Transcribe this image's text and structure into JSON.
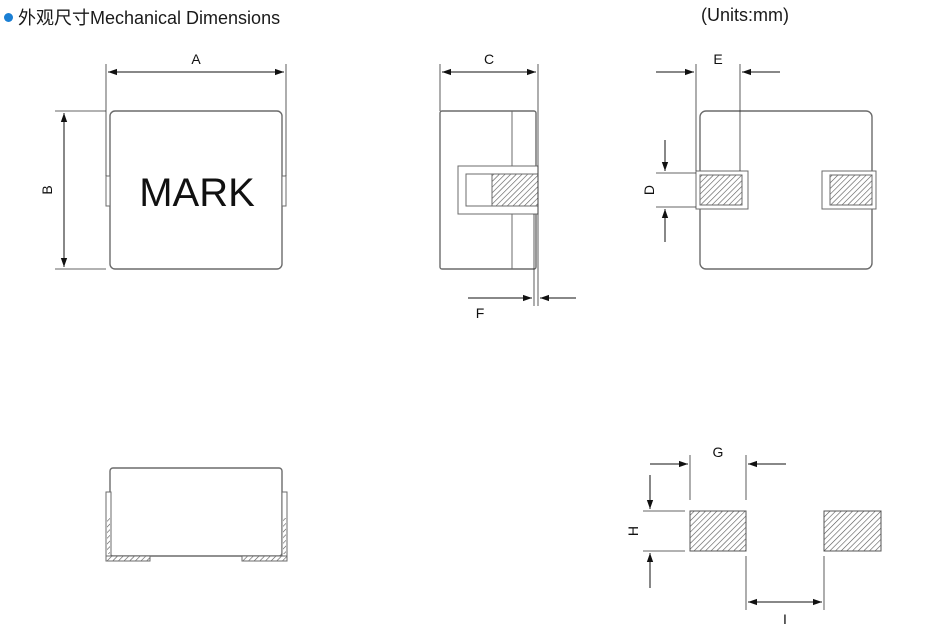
{
  "header": {
    "title": "外观尺寸Mechanical Dimensions",
    "units": "(Units:mm)"
  },
  "labels": {
    "A": "A",
    "B": "B",
    "C": "C",
    "D": "D",
    "E": "E",
    "F": "F",
    "G": "G",
    "H": "H",
    "I": "I",
    "mark": "MARK"
  },
  "colors": {
    "bullet": "#1a7fd4",
    "outline": "#6b6b6b",
    "dimension": "#111111"
  }
}
